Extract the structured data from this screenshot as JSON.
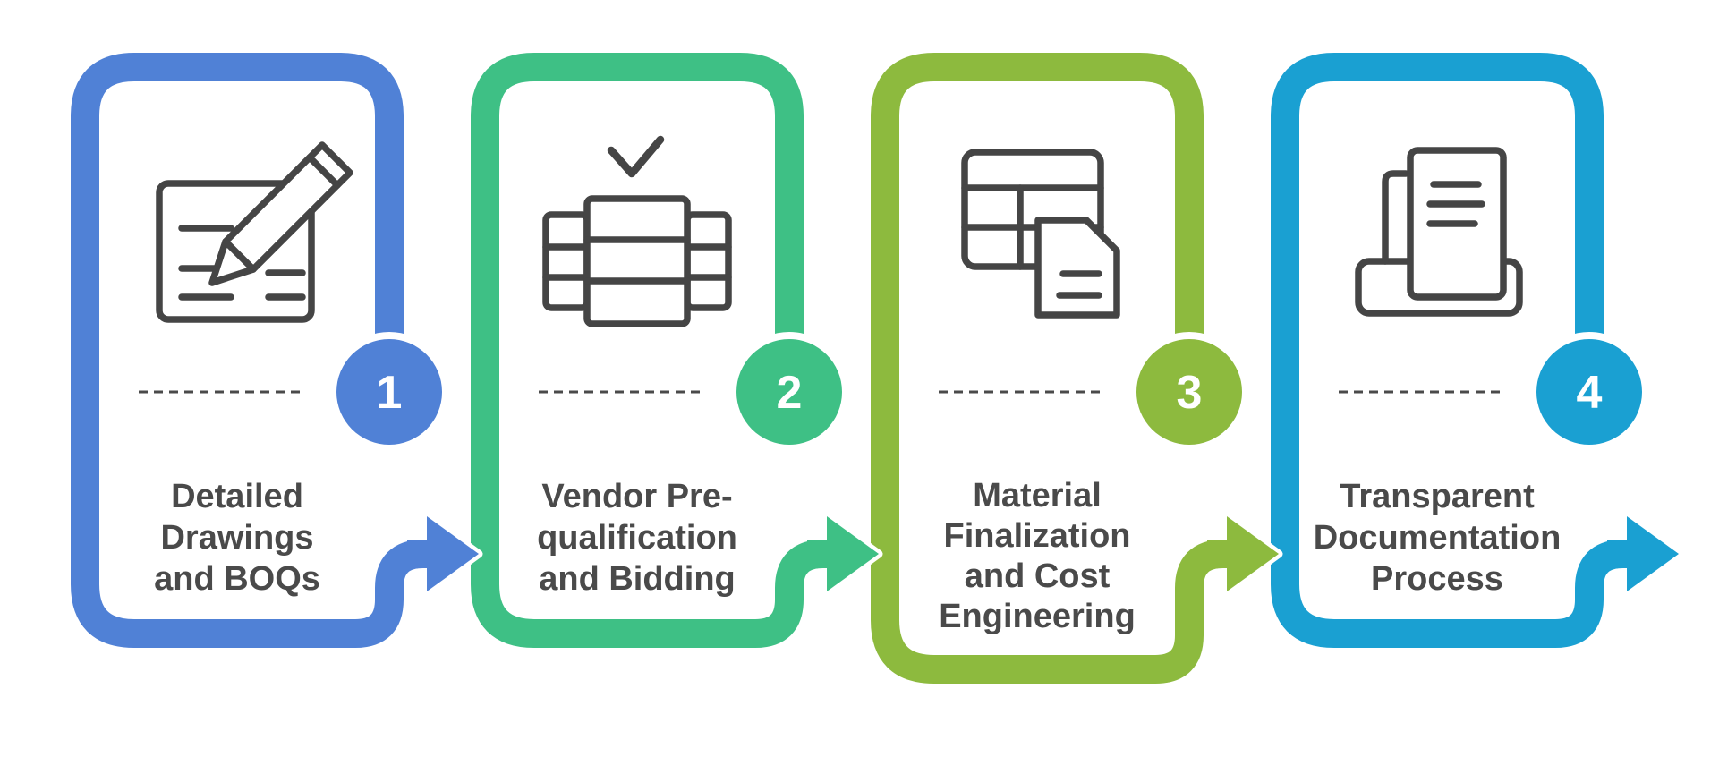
{
  "steps": [
    {
      "number": "1",
      "color": "#5081D6",
      "icon": "blueprint-pencil-icon",
      "lines": [
        "Detailed",
        "Drawings",
        "and BOQs"
      ]
    },
    {
      "number": "2",
      "color": "#3EC085",
      "icon": "vendor-shelf-check-icon",
      "lines": [
        "Vendor Pre-",
        "qualification",
        "and Bidding"
      ]
    },
    {
      "number": "3",
      "color": "#8DBA3E",
      "icon": "table-document-icon",
      "lines": [
        "Material",
        "Finalization",
        "and Cost",
        "Engineering"
      ]
    },
    {
      "number": "4",
      "color": "#1AA0D2",
      "icon": "document-tray-icon",
      "lines": [
        "Transparent",
        "Documentation",
        "Process"
      ]
    }
  ],
  "colors": {
    "label_text": "#4A4A4A",
    "icon_stroke": "#454545",
    "dash": "#4A4A4A",
    "number_text": "#FFFFFF",
    "band_outline": "#FFFFFF"
  }
}
